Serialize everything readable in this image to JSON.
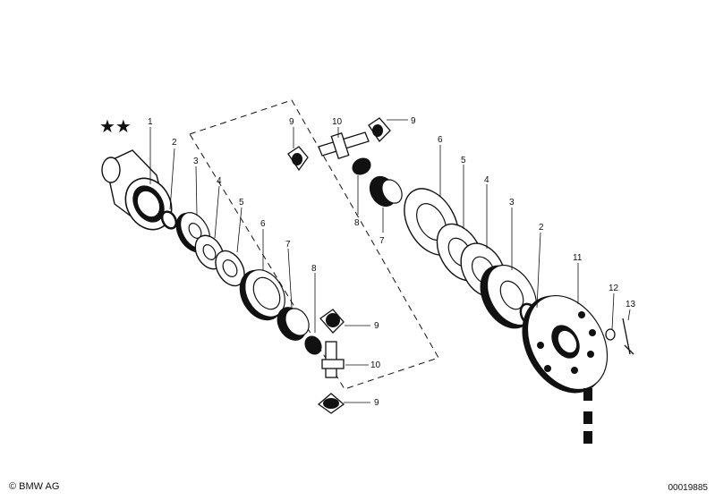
{
  "diagram": {
    "stars": "★★",
    "labels": {
      "l1": "1",
      "l2a": "2",
      "l3a": "3",
      "l4a": "4",
      "l5a": "5",
      "l6a": "6",
      "l7a": "7",
      "l8a": "8",
      "l9a": "9",
      "l10a": "10",
      "l9b": "9",
      "l10b": "10",
      "l9c": "9",
      "l8b": "8",
      "l7b": "7",
      "l6b": "6",
      "l5b": "5",
      "l4b": "4",
      "l3b": "3",
      "l2b": "2",
      "l11": "11",
      "l12": "12",
      "l13": "13",
      "l9d": "9"
    }
  },
  "footer": {
    "copyright": "© BMW AG",
    "code": "00019885"
  }
}
